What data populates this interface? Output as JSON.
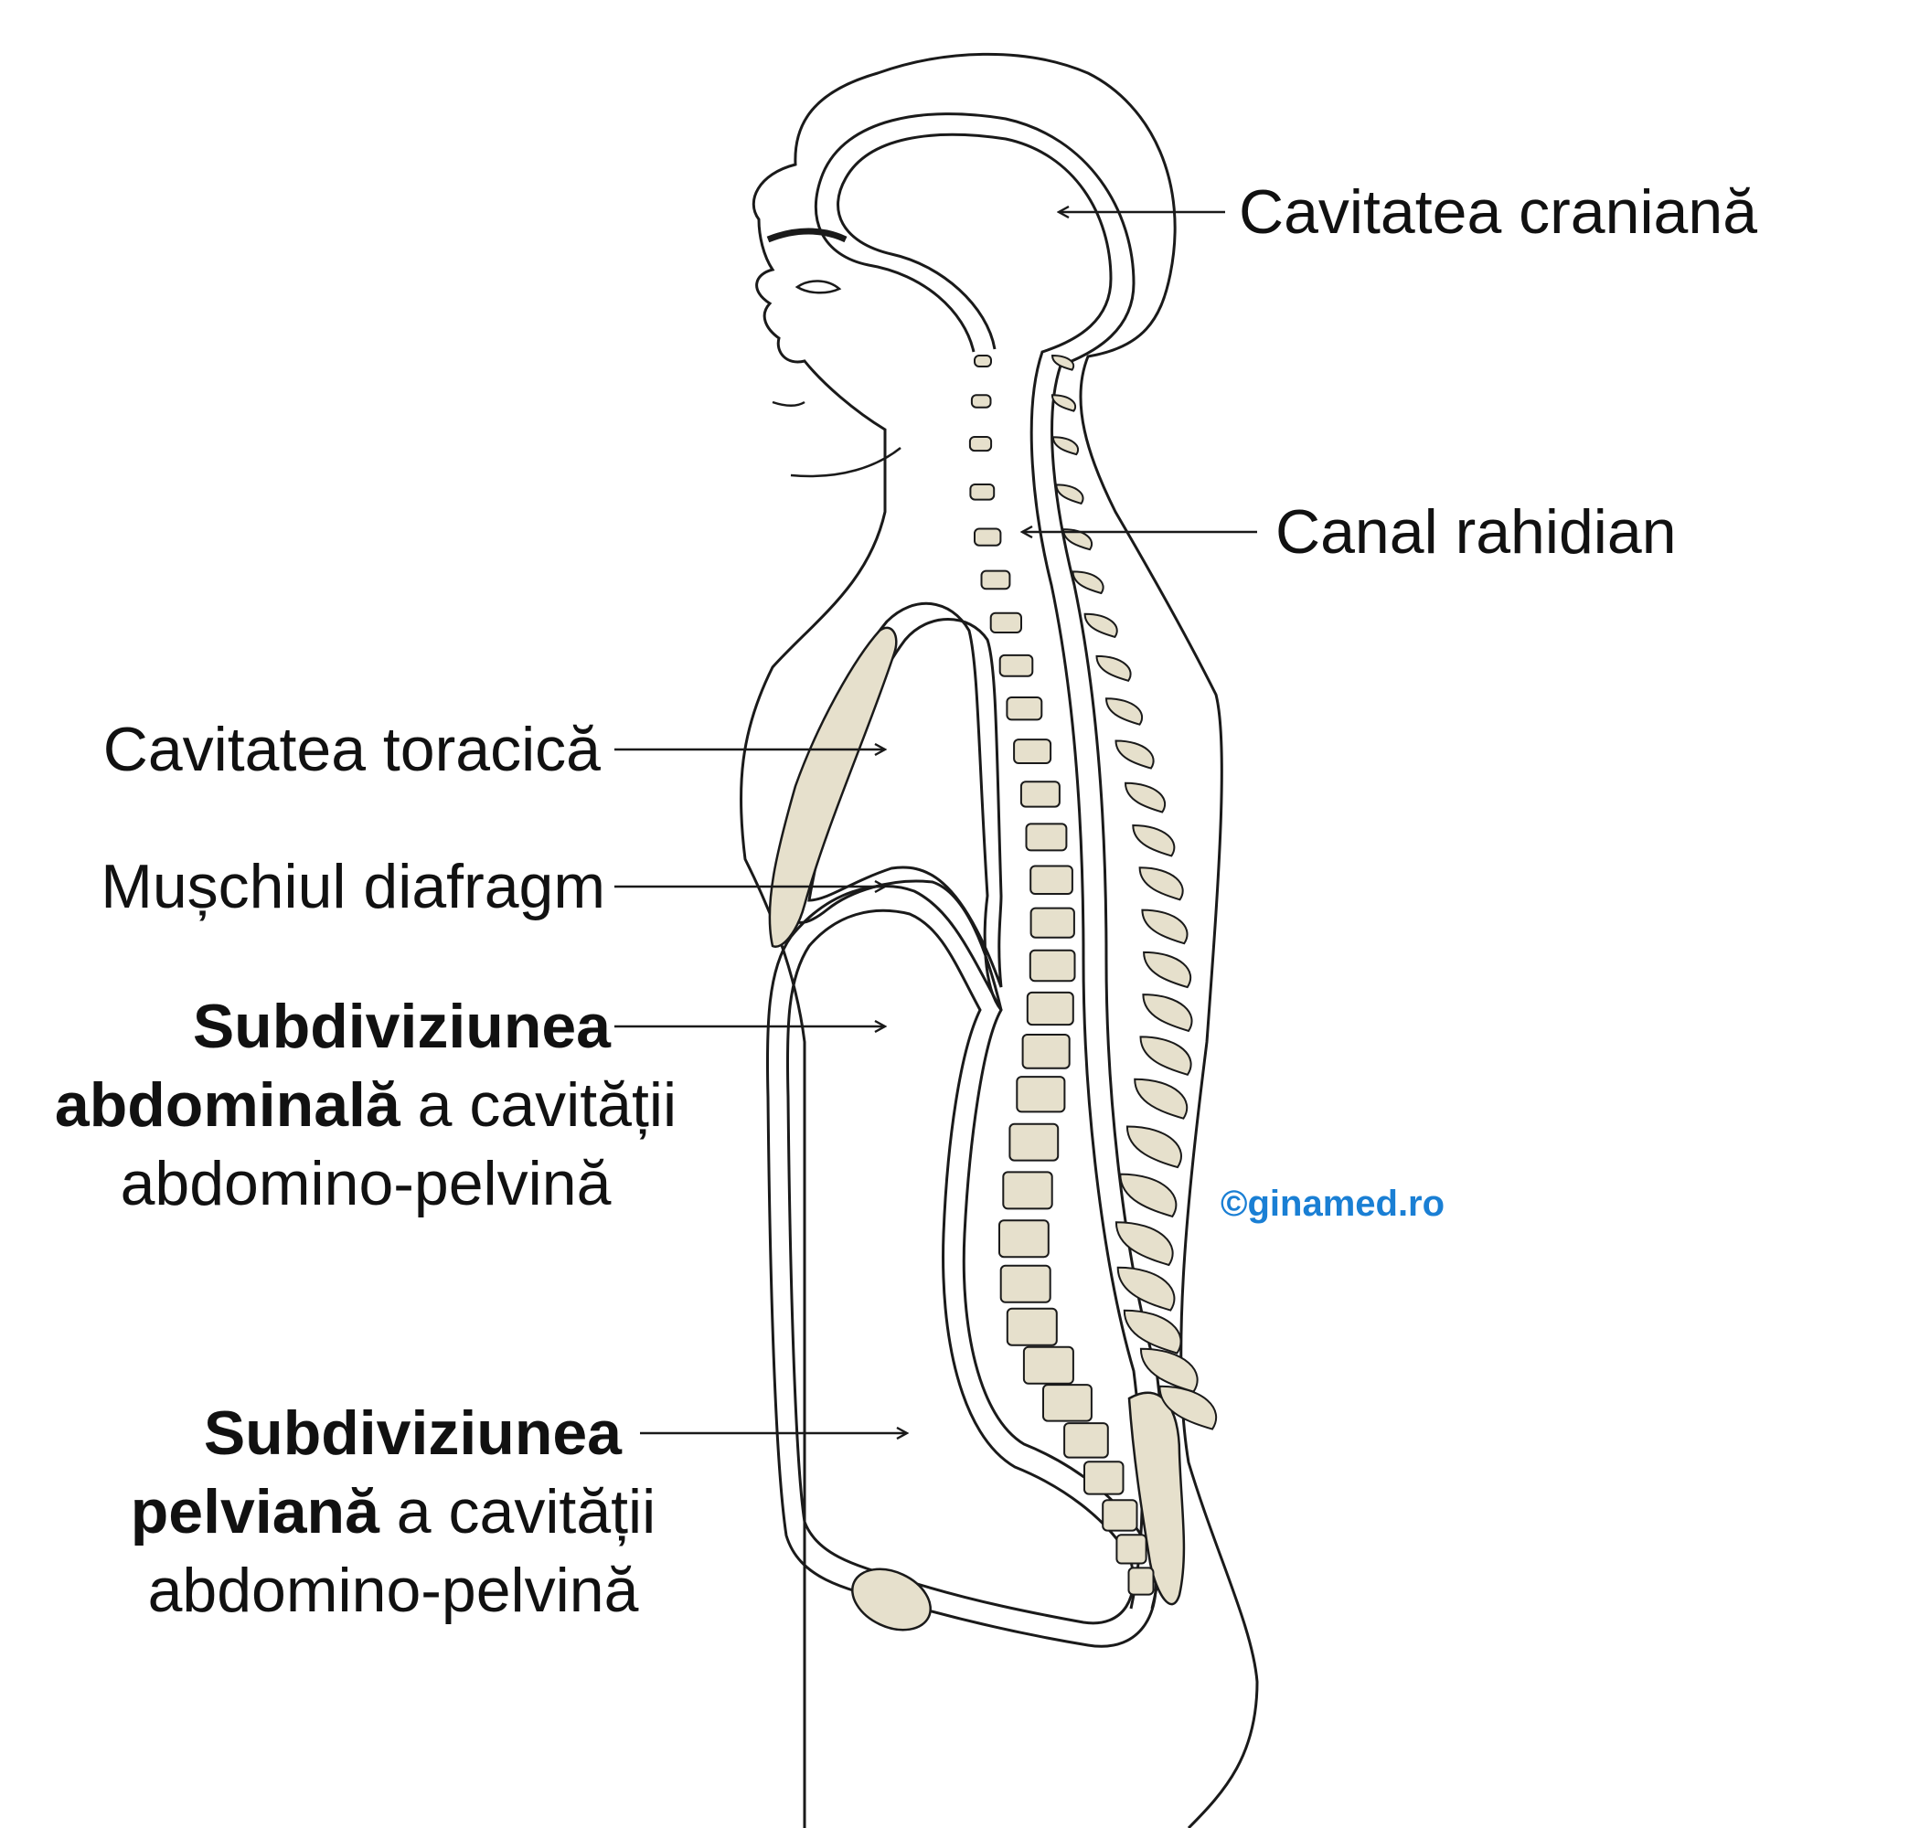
{
  "labels": {
    "cranial": "Cavitatea craniană",
    "spinal": "Canal rahidian",
    "thoracic": "Cavitatea toracică",
    "diaphragm": "Mușchiul diafragm",
    "abdominal": {
      "line1_bold": "Subdiviziunea",
      "line2_bold": "abdominală",
      "line2_rest": " a cavității",
      "line3": "abdomino-pelvină"
    },
    "pelvic": {
      "line1_bold": "Subdiviziunea",
      "line2_bold": "pelviană",
      "line2_rest": " a cavității",
      "line3": "abdomino-pelvină"
    }
  },
  "watermark": "©ginamed.ro",
  "colors": {
    "outline": "#1a1a1a",
    "bone_fill": "#e6e0cc",
    "text": "#111111",
    "watermark": "#1a7fd4",
    "background": "#ffffff"
  }
}
